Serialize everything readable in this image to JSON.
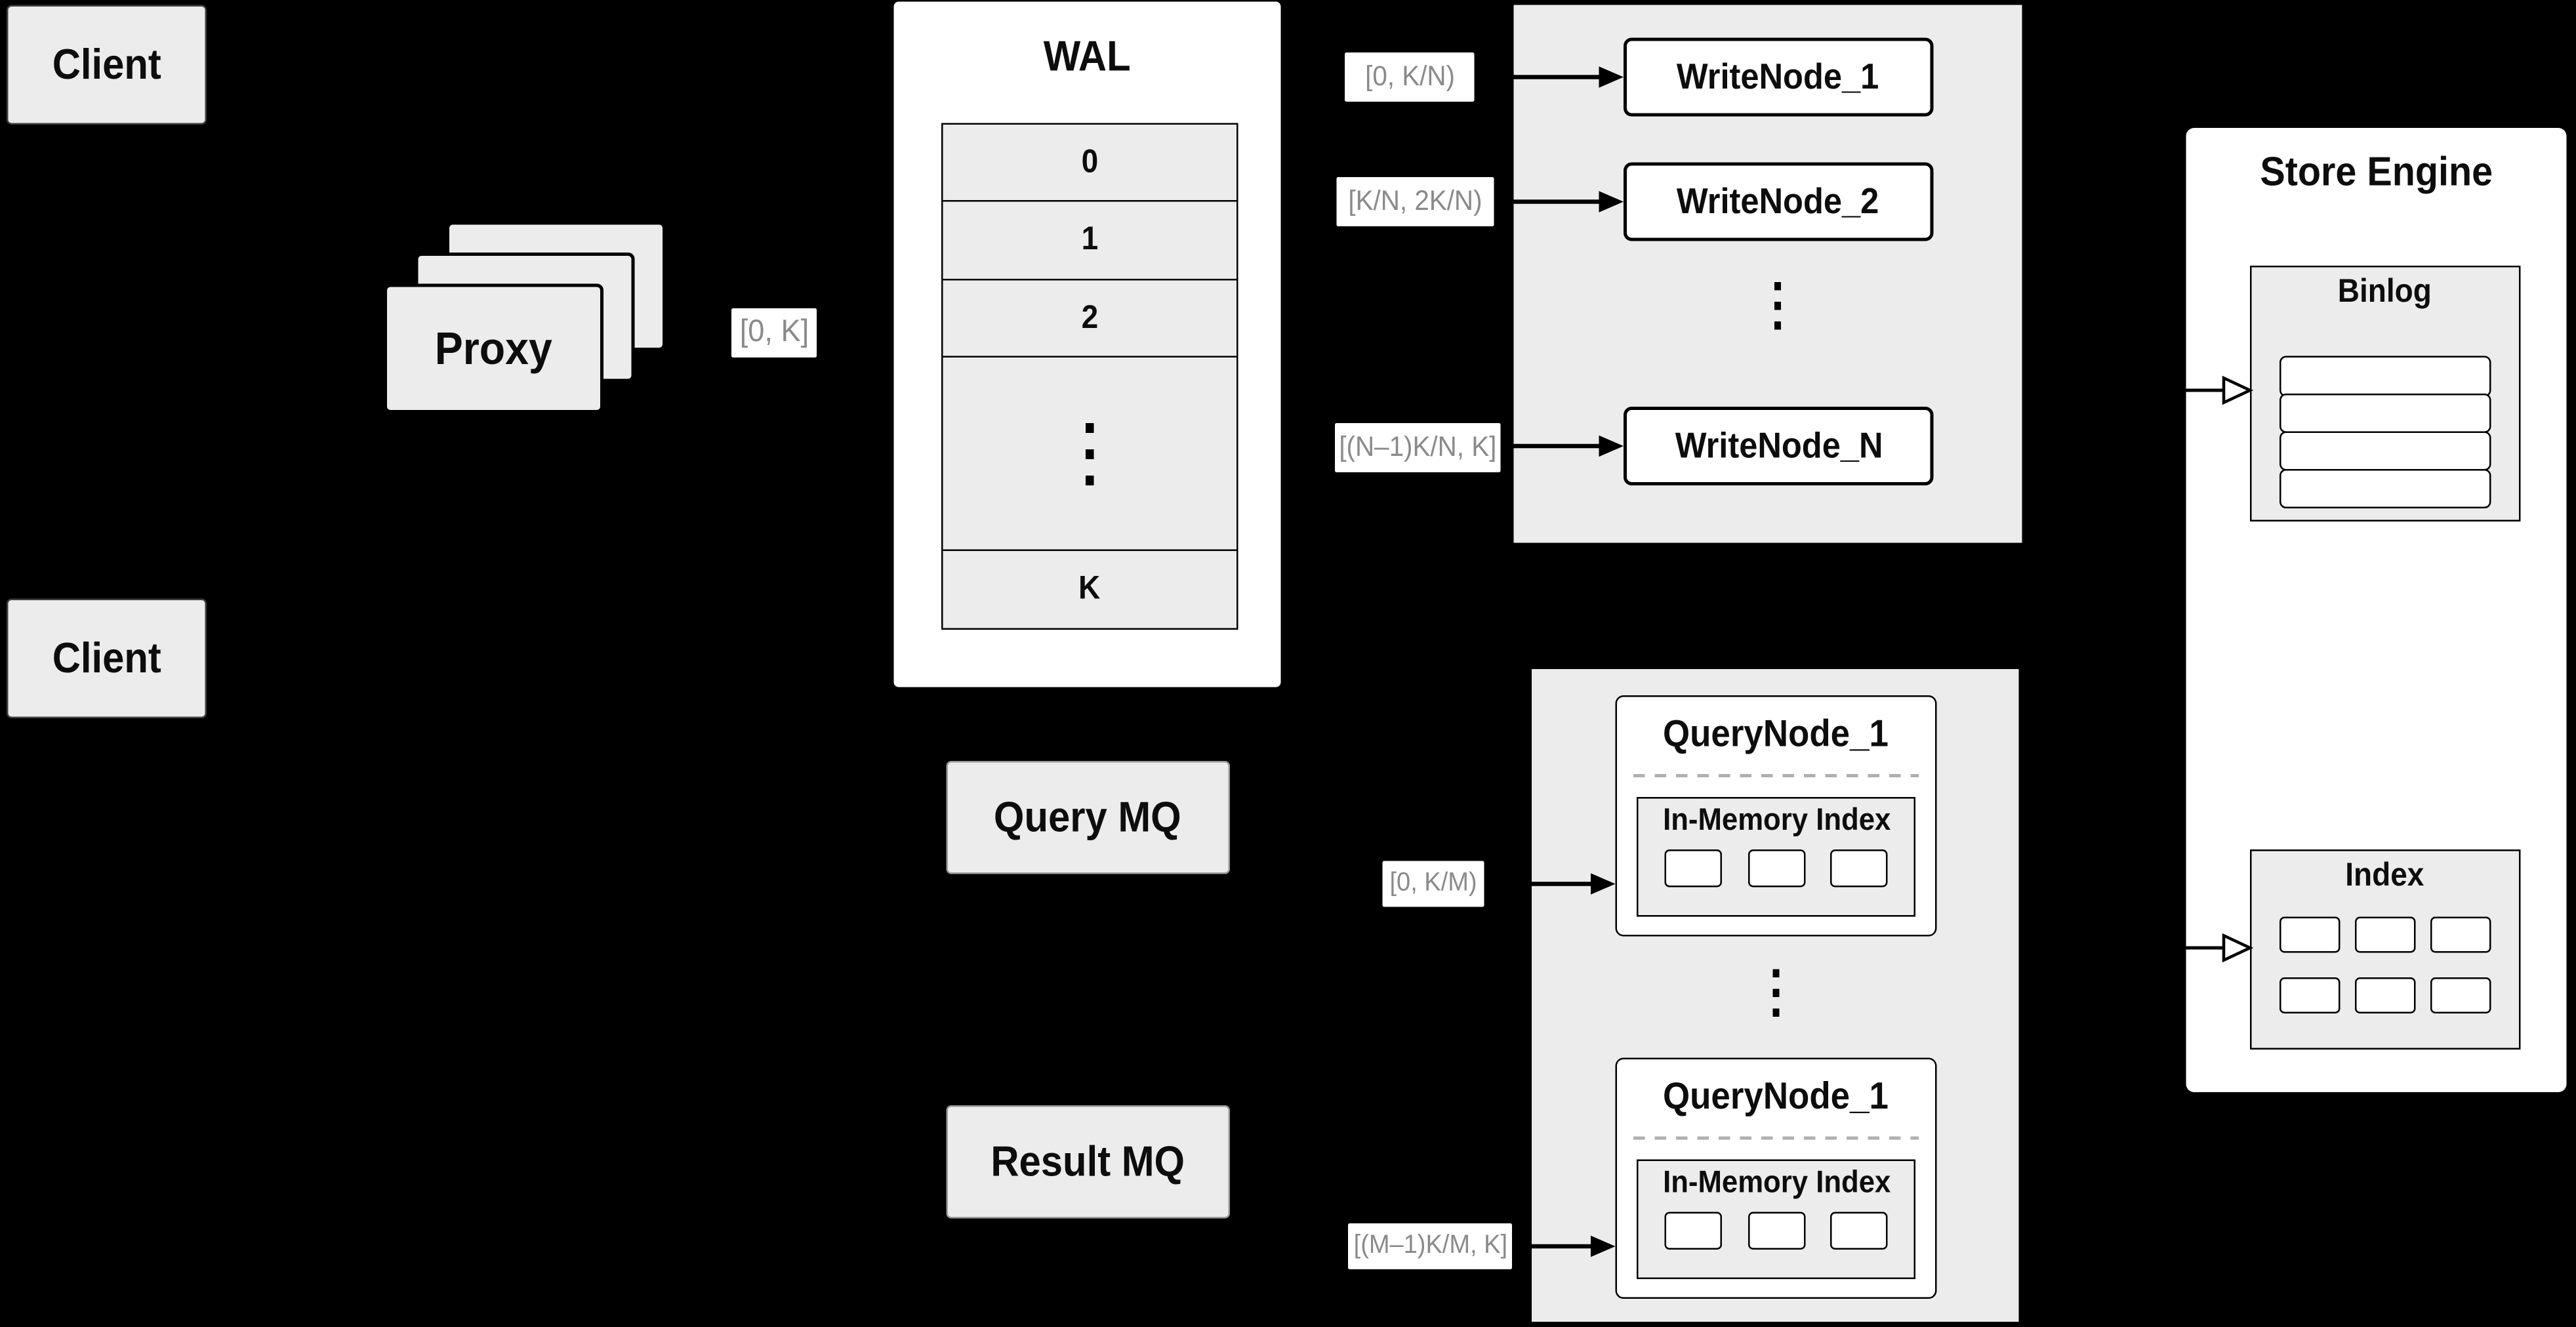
{
  "diagram": {
    "clients": {
      "top": "Client",
      "bottom": "Client"
    },
    "proxy": {
      "label": "Proxy",
      "range": "[0, K]"
    },
    "wal": {
      "title": "WAL",
      "rows": [
        "0",
        "1",
        "2",
        "K"
      ]
    },
    "write_group": {
      "nodes": [
        {
          "label": "WriteNode_1",
          "range": "[0, K/N)"
        },
        {
          "label": "WriteNode_2",
          "range": "[K/N, 2K/N)"
        },
        {
          "label": "WriteNode_N",
          "range": "[(N–1)K/N, K]"
        }
      ]
    },
    "query_group": {
      "nodes": [
        {
          "label": "QueryNode_1",
          "inner_title": "In-Memory Index",
          "range": "[0, K/M)"
        },
        {
          "label": "QueryNode_1",
          "inner_title": "In-Memory Index",
          "range": "[(M–1)K/M, K]"
        }
      ]
    },
    "mq": {
      "query": "Query MQ",
      "result": "Result MQ"
    },
    "store": {
      "title": "Store Engine",
      "binlog": "Binlog",
      "index": "Index"
    },
    "colors": {
      "background": "#000000",
      "panel": "#ececec",
      "node_fill": "#ffffff",
      "line": "#000000",
      "muted_label_text": "#8a8a8a"
    }
  }
}
